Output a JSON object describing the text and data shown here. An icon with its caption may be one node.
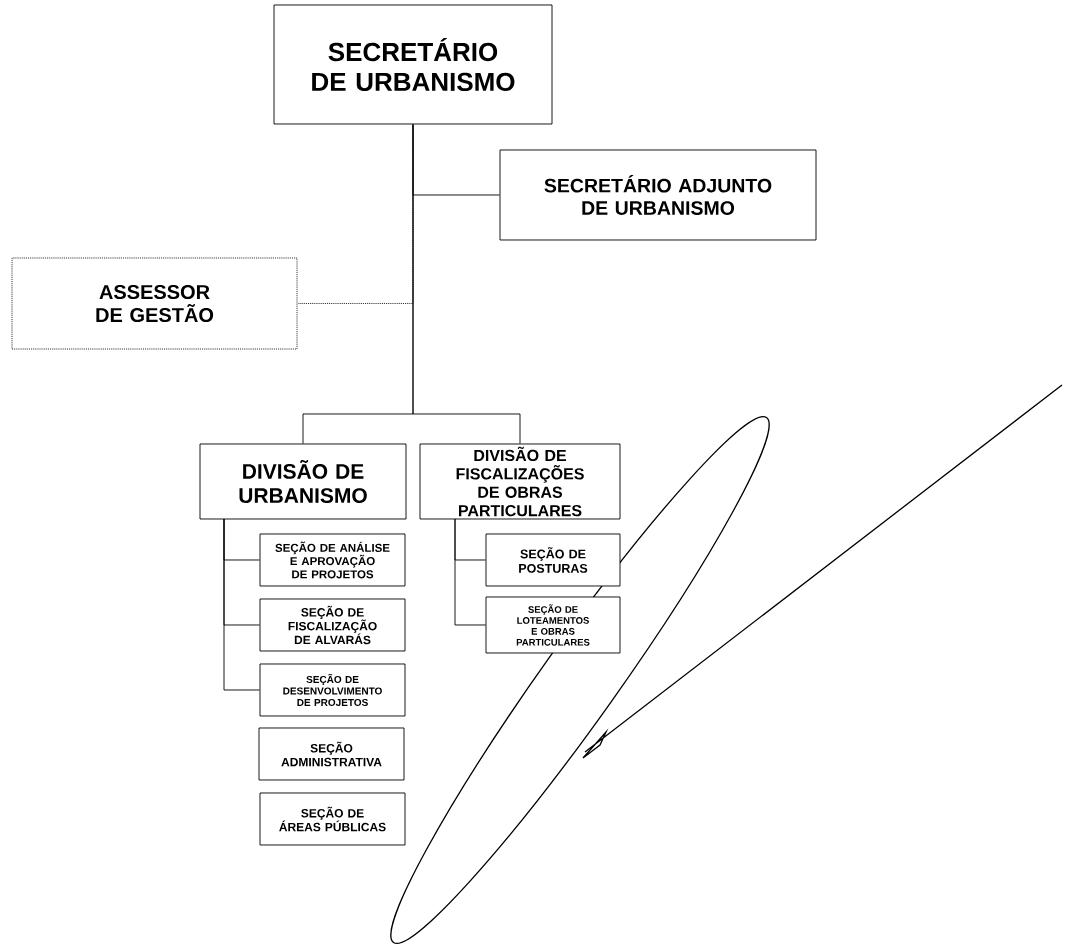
{
  "diagram": {
    "nodes": [
      {
        "text": [
          "SECRETÁRIO DE URBANISMO"
        ]
      },
      {
        "text": [
          "SECRETÁRIO ADJUNTO DE URBANISMO"
        ]
      },
      {
        "text": [
          "ASSESSOR DE GESTÃO"
        ]
      },
      {
        "text": [
          "DIVISÃO DE URBANISMO"
        ]
      },
      {
        "text": [
          "DIVISÃO DE FISCALIZAÇÕES DE OBRAS PARTICULARES"
        ]
      },
      {
        "text": [
          "SEÇÃO DE ANÁLISE E APROVAÇÃO DE PROJETOS"
        ]
      },
      {
        "text": [
          "SEÇÃO DE FISCALIZAÇÃO DE ALVARÁS"
        ]
      },
      {
        "text": [
          "SEÇÃO DE DESENVOLVIMENTO DE PROJETOS"
        ]
      },
      {
        "text": [
          "SEÇÃO ADMINISTRATIVA"
        ]
      },
      {
        "text": [
          "SEÇÃO DE ÁREAS PÚBLICAS"
        ]
      },
      {
        "text": [
          "SEÇÃO DE POSTURAS"
        ]
      },
      {
        "text": [
          "SEÇÃO DE LOTEAMENTOS E OBRAS PARTICULARES"
        ]
      }
    ],
    "edges": [
      {
        "from": 0,
        "to": 1,
        "arrow": "none"
      },
      {
        "from": 0,
        "to": 2,
        "arrow": "none",
        "style": "dashed"
      },
      {
        "from": 0,
        "to": 3,
        "arrow": "none"
      },
      {
        "from": 0,
        "to": 4,
        "arrow": "none"
      },
      {
        "from": 3,
        "to": 5,
        "arrow": "none"
      },
      {
        "from": 3,
        "to": 6,
        "arrow": "none"
      },
      {
        "from": 3,
        "to": 7,
        "arrow": "none"
      },
      {
        "from": 4,
        "to": 10,
        "arrow": "none"
      },
      {
        "from": 4,
        "to": 11,
        "arrow": "none"
      }
    ]
  }
}
